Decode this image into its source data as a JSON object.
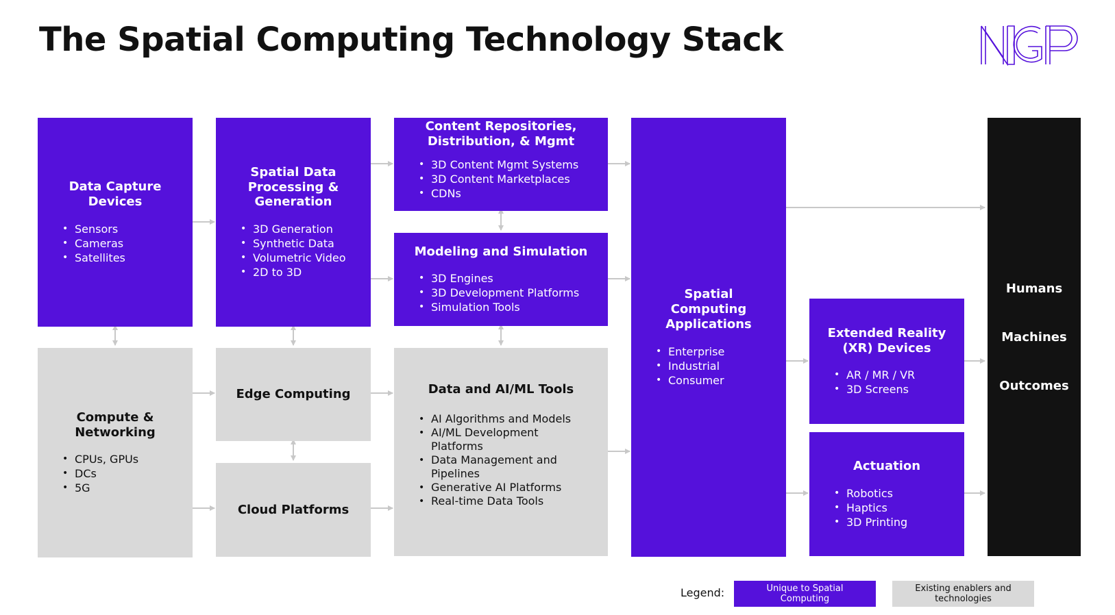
{
  "title": "The Spatial Computing Technology Stack",
  "logo_text": "NGP",
  "colors": {
    "unique": "#5511db",
    "existing": "#d9d9d9",
    "outcomes": "#121212",
    "arrow": "#c8c8c8"
  },
  "boxes": {
    "data_capture": {
      "title": "Data Capture Devices",
      "items": [
        "Sensors",
        "Cameras",
        "Satellites"
      ]
    },
    "compute_networking": {
      "title": "Compute & Networking",
      "items": [
        "CPUs, GPUs",
        "DCs",
        "5G"
      ]
    },
    "spatial_data": {
      "title": "Spatial Data Processing & Generation",
      "items": [
        "3D Generation",
        "Synthetic Data",
        "Volumetric Video",
        "2D to 3D"
      ]
    },
    "edge_computing": {
      "title": "Edge Computing"
    },
    "cloud_platforms": {
      "title": "Cloud Platforms"
    },
    "content_repos": {
      "title": "Content Repositories, Distribution, & Mgmt",
      "items": [
        "3D Content Mgmt Systems",
        "3D Content Marketplaces",
        "CDNs"
      ]
    },
    "modeling_sim": {
      "title": "Modeling and Simulation",
      "items": [
        "3D Engines",
        "3D Development Platforms",
        "Simulation Tools"
      ]
    },
    "data_ai_ml": {
      "title": "Data and AI/ML Tools",
      "items": [
        "AI Algorithms and Models",
        "AI/ML Development Platforms",
        "Data Management and Pipelines",
        "Generative AI Platforms",
        "Real-time Data Tools"
      ]
    },
    "spatial_apps": {
      "title": "Spatial Computing Applications",
      "items": [
        "Enterprise",
        "Industrial",
        "Consumer"
      ]
    },
    "xr_devices": {
      "title": "Extended Reality (XR) Devices",
      "items": [
        "AR / MR / VR",
        "3D Screens"
      ]
    },
    "actuation": {
      "title": "Actuation",
      "items": [
        "Robotics",
        "Haptics",
        "3D Printing"
      ]
    },
    "outcomes": {
      "items": [
        "Humans",
        "Machines",
        "Outcomes"
      ]
    }
  },
  "legend": {
    "label": "Legend:",
    "unique": "Unique to Spatial Computing",
    "existing": "Existing enablers and technologies"
  }
}
